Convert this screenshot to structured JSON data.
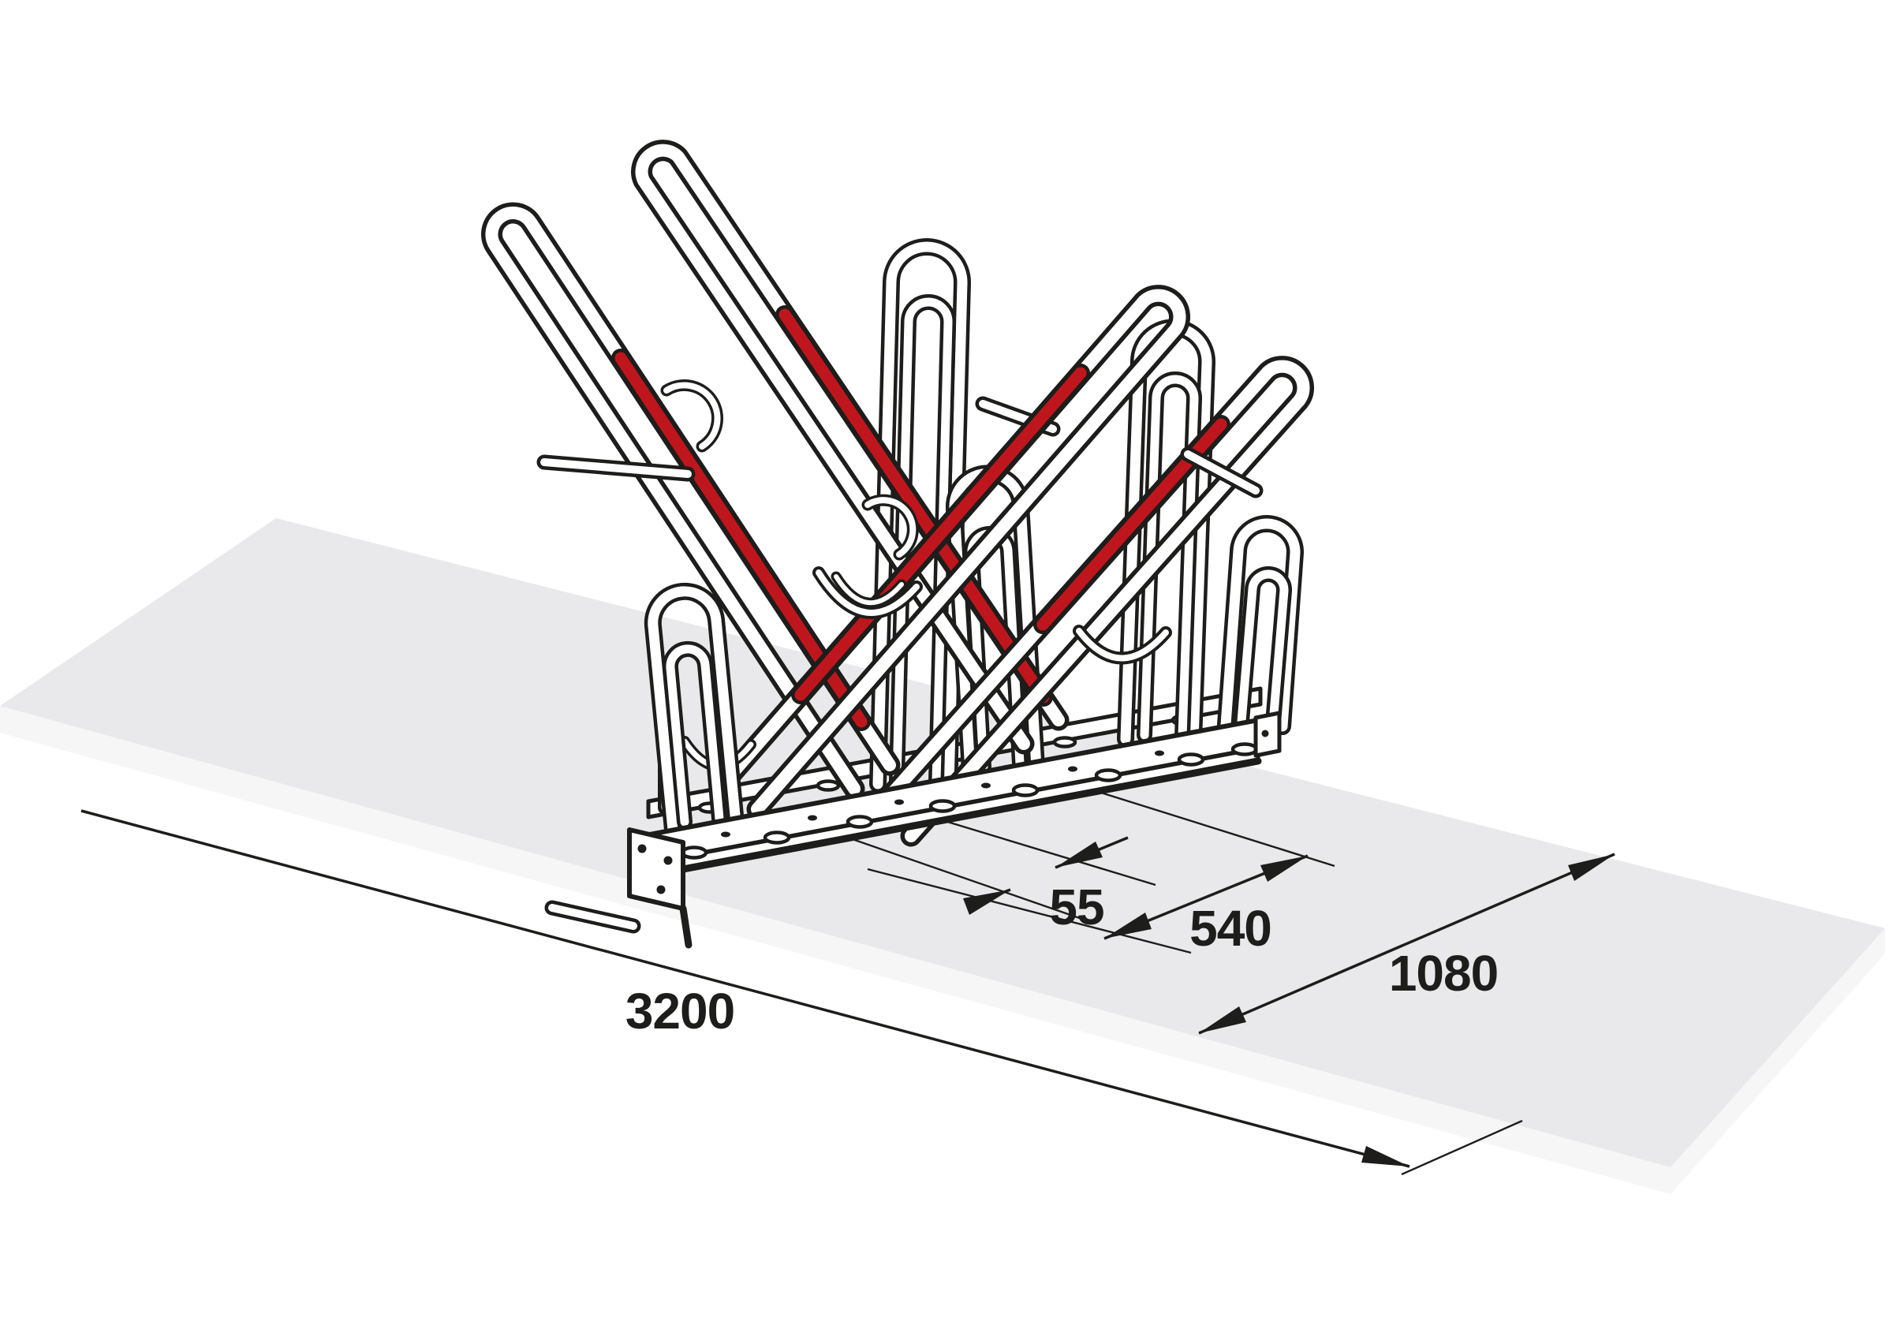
{
  "drawing": {
    "kind": "isometric-dimension-drawing",
    "dimension_labels": {
      "d55": "55",
      "d540": "540",
      "d1080": "1080",
      "d3200": "3200"
    },
    "colors": {
      "line": "#1d1d1b",
      "red": "#bf161d",
      "pad_top": "#e9e9eb",
      "pad_side": "#f6f6f7",
      "tube": "#ffffff"
    }
  }
}
